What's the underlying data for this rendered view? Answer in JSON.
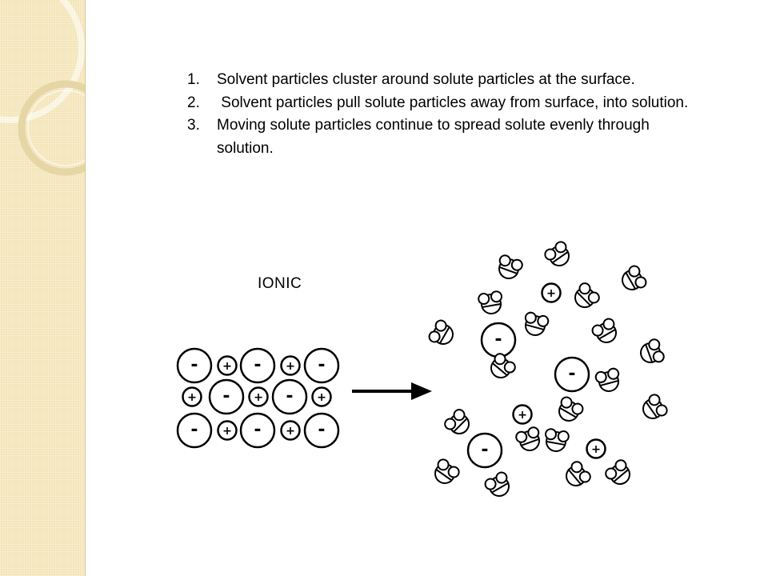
{
  "steps": [
    {
      "num": "1.",
      "text": "Solvent particles cluster around solute particles at the surface."
    },
    {
      "num": "2.",
      "text": " Solvent particles pull solute particles away from surface, into solution."
    },
    {
      "num": "3.",
      "text": "Moving solute particles continue to spread solute evenly through solution."
    }
  ],
  "diagram": {
    "label": "IONIC",
    "cation_symbol": "+",
    "anion_symbol": "-"
  },
  "colors": {
    "panel_background": "#f3e4b6",
    "panel_rings": "#e6d6a6",
    "ink": "#000000"
  }
}
